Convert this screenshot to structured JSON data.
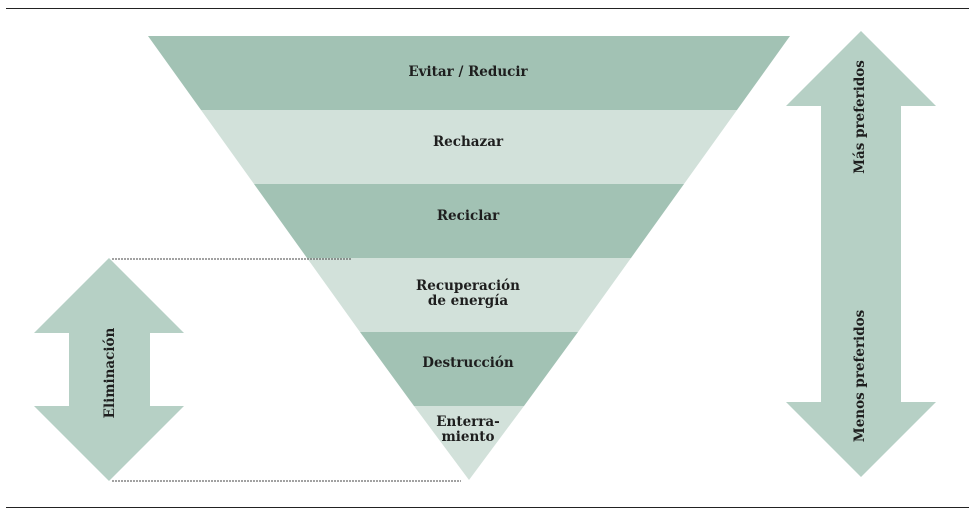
{
  "colors": {
    "dark_band": "#a2c2b4",
    "light_band": "#d2e1da",
    "arrow": "#b6d0c5",
    "text": "#1e1e1e",
    "rule": "#222222",
    "dashed_line": "#444444"
  },
  "pyramid": {
    "tiers": [
      {
        "label": "Evitar / Reducir",
        "shade": "dark"
      },
      {
        "label": "Rechazar",
        "shade": "light"
      },
      {
        "label": "Reciclar",
        "shade": "dark"
      },
      {
        "label": "Recuperación\nde energía",
        "shade": "light"
      },
      {
        "label": "Destrucción",
        "shade": "dark"
      },
      {
        "label": "Enterra-\nmiento",
        "shade": "light"
      }
    ]
  },
  "left_arrow": {
    "label": "Eliminación"
  },
  "right_arrow": {
    "top_label": "Más preferidos",
    "bottom_label": "Menos preferidos"
  }
}
